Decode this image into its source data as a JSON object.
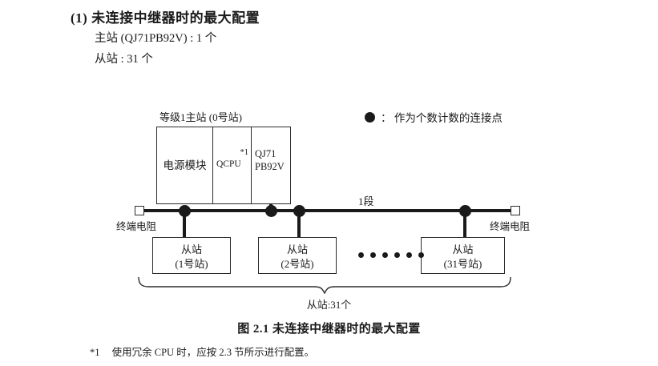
{
  "heading": {
    "title": "(1) 未连接中继器时的最大配置",
    "spec_master": "主站 (QJ71PB92V) : 1 个",
    "spec_slave": "从站 : 31 个"
  },
  "legend": {
    "symbol": "filled-circle",
    "text": "： 作为个数计数的连接点"
  },
  "diagram": {
    "rack_label": "等级1主站 (0号站)",
    "slots": [
      {
        "name": "power-supply-module",
        "label": "电源模块"
      },
      {
        "name": "qcpu-module",
        "label": "QCPU",
        "note": "*1"
      },
      {
        "name": "pb92v-module",
        "line1": "QJ71",
        "line2": "PB92V"
      }
    ],
    "segment_label": "1段",
    "terminator_left": "终端电阻",
    "terminator_right": "终端电阻",
    "slaves": [
      {
        "line1": "从站",
        "line2": "(1号站)"
      },
      {
        "line1": "从站",
        "line2": "(2号站)"
      },
      {
        "line1": "从站",
        "line2": "(31号站)"
      }
    ],
    "ellipsis_count": 6,
    "brace_label": "从站:31个"
  },
  "figure": {
    "caption": "图 2.1  未连接中继器时的最大配置",
    "footnote_mark": "*1",
    "footnote_text": "使用冗余 CPU 时，应按 2.3 节所示进行配置。"
  },
  "colors": {
    "ink": "#1a1a1a",
    "line": "#2b2b2b",
    "background": "#ffffff"
  }
}
